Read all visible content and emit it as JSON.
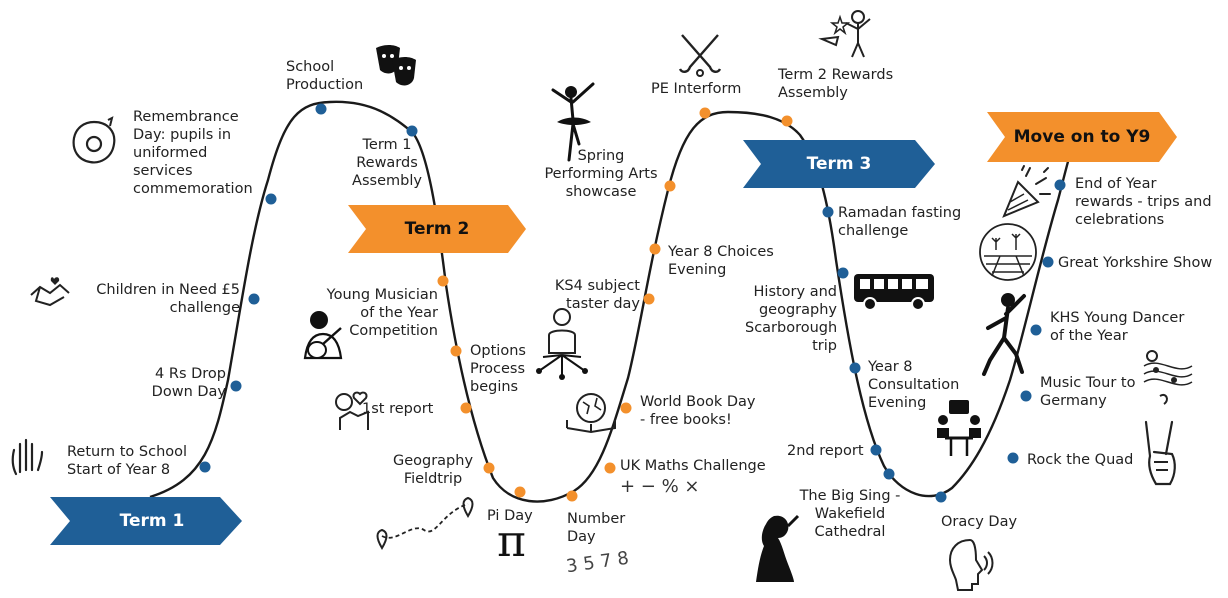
{
  "colors": {
    "blue": "#1f5f97",
    "orange": "#f3902c",
    "road": "#1a1a1a",
    "text": "#222222"
  },
  "terms": {
    "term1": "Term 1",
    "term2": "Term 2",
    "term3": "Term 3",
    "move_on": "Move on to Y9"
  },
  "events": {
    "return_school": [
      "Return to School",
      "Start of Year 8"
    ],
    "four_rs": [
      "4 Rs Drop",
      "Down Day"
    ],
    "children_in_need": [
      "Children in Need £5",
      "challenge"
    ],
    "remembrance": [
      "Remembrance",
      "Day: pupils in",
      "uniformed",
      "services",
      "commemoration"
    ],
    "school_production": [
      "School",
      "Production"
    ],
    "term1_rewards": [
      "Term 1",
      "Rewards",
      "Assembly"
    ],
    "young_musician": [
      "Young Musician",
      "of the Year",
      "Competition"
    ],
    "first_report": [
      "1st report"
    ],
    "geography_fieldtrip": [
      "Geography",
      "Fieldtrip"
    ],
    "options_process": [
      "Options",
      "Process",
      "begins"
    ],
    "pi_day": [
      "Pi Day"
    ],
    "number_day": [
      "Number",
      "Day"
    ],
    "uk_maths": [
      "UK Maths Challenge"
    ],
    "world_book_day": [
      "World Book Day",
      "- free books!"
    ],
    "ks4_taster": [
      "KS4 subject",
      "taster day"
    ],
    "choices_evening": [
      "Year 8 Choices",
      "Evening"
    ],
    "spring_showcase": [
      "Spring",
      "Performing Arts",
      "showcase"
    ],
    "pe_interform": [
      "PE Interform"
    ],
    "term2_rewards": [
      "Term 2 Rewards",
      "Assembly"
    ],
    "ramadan": [
      "Ramadan fasting",
      "challenge"
    ],
    "history_geography": [
      "History and",
      "geography",
      "Scarborough",
      "trip"
    ],
    "consultation": [
      "Year 8",
      "Consultation",
      "Evening"
    ],
    "second_report": [
      "2nd report"
    ],
    "big_sing": [
      "The Big Sing -",
      "Wakefield",
      "Cathedral"
    ],
    "oracy_day": [
      "Oracy Day"
    ],
    "rock_quad": [
      "Rock the Quad"
    ],
    "music_tour": [
      "Music Tour to",
      "Germany"
    ],
    "young_dancer": [
      "KHS Young Dancer",
      "of the Year"
    ],
    "yorkshire_show": [
      "Great Yorkshire Show"
    ],
    "end_of_year": [
      "End of Year",
      "rewards - trips and",
      "celebrations"
    ]
  },
  "icon_text": {
    "pi": "π",
    "numbers": "3 5 7 8",
    "maths": "+ − % ×"
  }
}
